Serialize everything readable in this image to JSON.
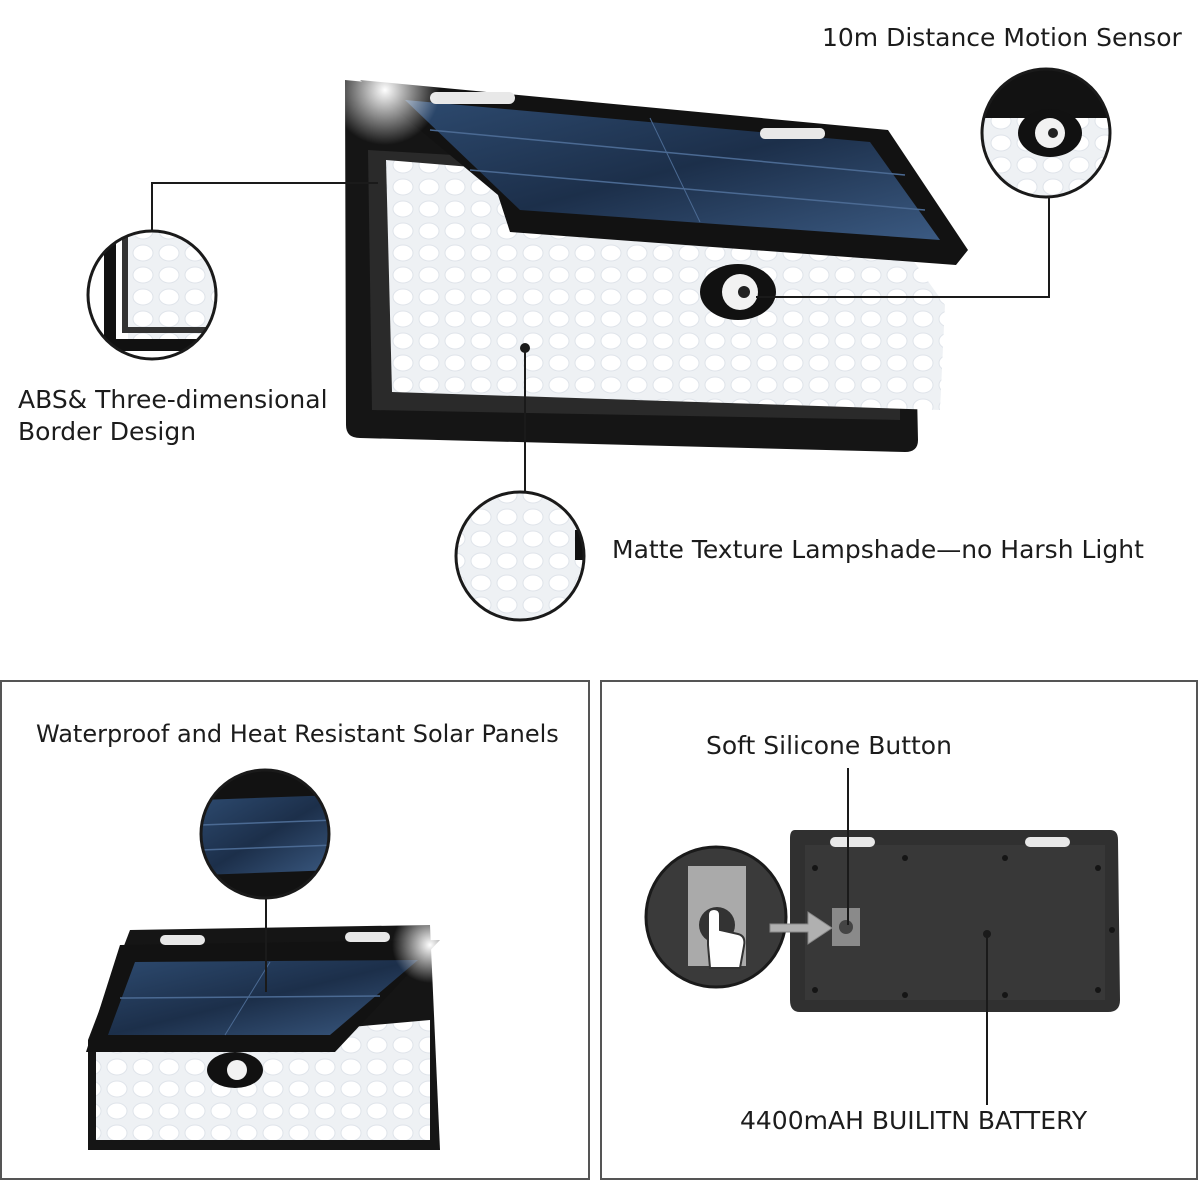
{
  "labels": {
    "motion_sensor": "10m Distance Motion Sensor",
    "border_line1": "ABS& Three-dimensional",
    "border_line2": "Border Design",
    "lampshade": "Matte Texture Lampshade—no Harsh Light",
    "solar_panels": "Waterproof and Heat Resistant Solar Panels",
    "button": "Soft Silicone Button",
    "battery": "4400mAH BUILITN BATTERY"
  },
  "colors": {
    "housing": "#111111",
    "led_face": "#f4f6f8",
    "led_dot": "#ffffff",
    "solar": "#1f3552",
    "back_panel": "#2f2f2f",
    "callout_line": "#1a1a1a"
  }
}
